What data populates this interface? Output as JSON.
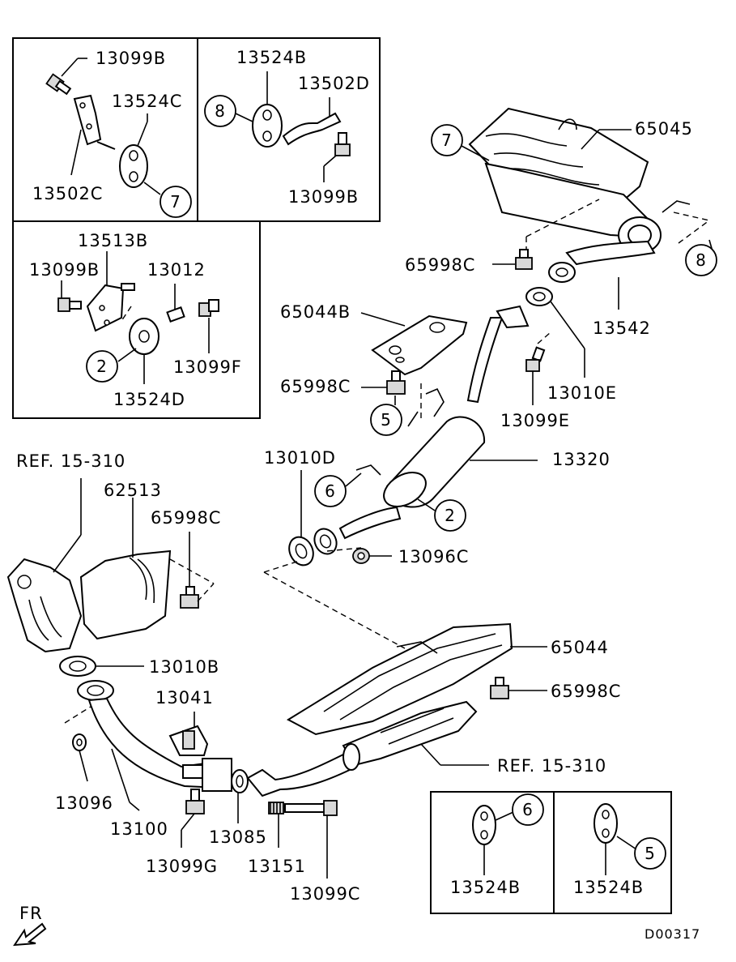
{
  "labels": {
    "b1_13099b": "13099B",
    "b1_13524c": "13524C",
    "b1_13502c": "13502C",
    "b2_13524b": "13524B",
    "b2_13502d": "13502D",
    "b2_13099b": "13099B",
    "b3_13513b": "13513B",
    "b3_13099b": "13099B",
    "b3_13012": "13012",
    "b3_13099f": "13099F",
    "b3_13524d": "13524D",
    "p_65045": "65045",
    "p_65998c_top": "65998C",
    "p_13542": "13542",
    "p_65044b": "65044B",
    "p_65998c_mid": "65998C",
    "p_13010e": "13010E",
    "p_13099e": "13099E",
    "p_13320": "13320",
    "p_13010d": "13010D",
    "p_ref_left": "REF. 15-310",
    "p_62513": "62513",
    "p_65998c_left": "65998C",
    "p_13096c": "13096C",
    "p_65044": "65044",
    "p_65998c_low": "65998C",
    "p_13010b": "13010B",
    "p_13041": "13041",
    "p_ref_right": "REF. 15-310",
    "p_13096": "13096",
    "p_13100": "13100",
    "p_13085": "13085",
    "p_13099g": "13099G",
    "p_13151": "13151",
    "p_13099c": "13099C",
    "b4_13524b": "13524B",
    "b5_13524b": "13524B",
    "fr_label": "FR",
    "diagram_code": "D00317"
  },
  "callouts": {
    "c7_box1": "7",
    "c8_box2": "8",
    "c2_box3": "2",
    "c7_main": "7",
    "c8_main": "8",
    "c5_main": "5",
    "c6_main": "6",
    "c2_main": "2",
    "c6_box4": "6",
    "c5_box5": "5"
  },
  "icons": {
    "fr_arrow": "front-direction-arrow-icon"
  }
}
